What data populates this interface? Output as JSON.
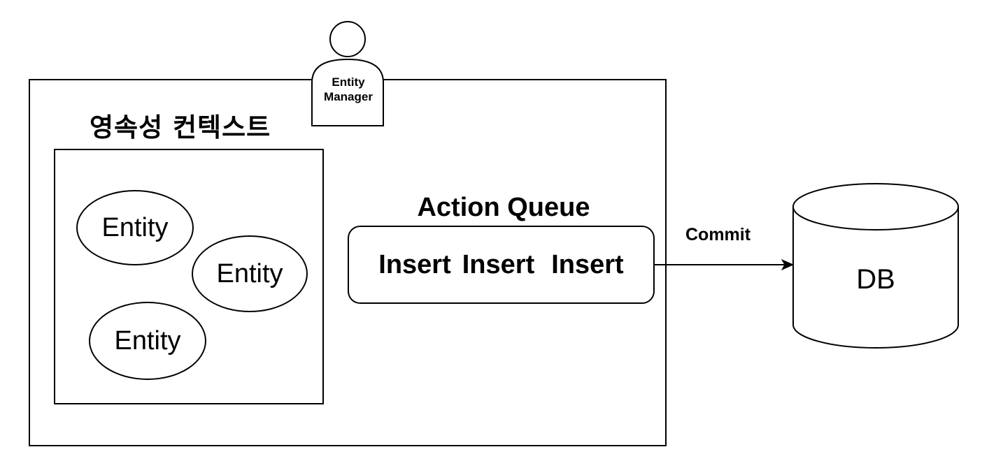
{
  "persistence_context": {
    "title": "영속성 컨텍스트",
    "entities": [
      "Entity",
      "Entity",
      "Entity"
    ]
  },
  "entity_manager": {
    "line1": "Entity",
    "line2": "Manager",
    "icon": "person-icon"
  },
  "action_queue": {
    "title": "Action Queue",
    "items": [
      "Insert",
      "Insert",
      "Insert"
    ]
  },
  "arrow": {
    "label": "Commit"
  },
  "database": {
    "label": "DB",
    "icon": "cylinder-icon"
  }
}
